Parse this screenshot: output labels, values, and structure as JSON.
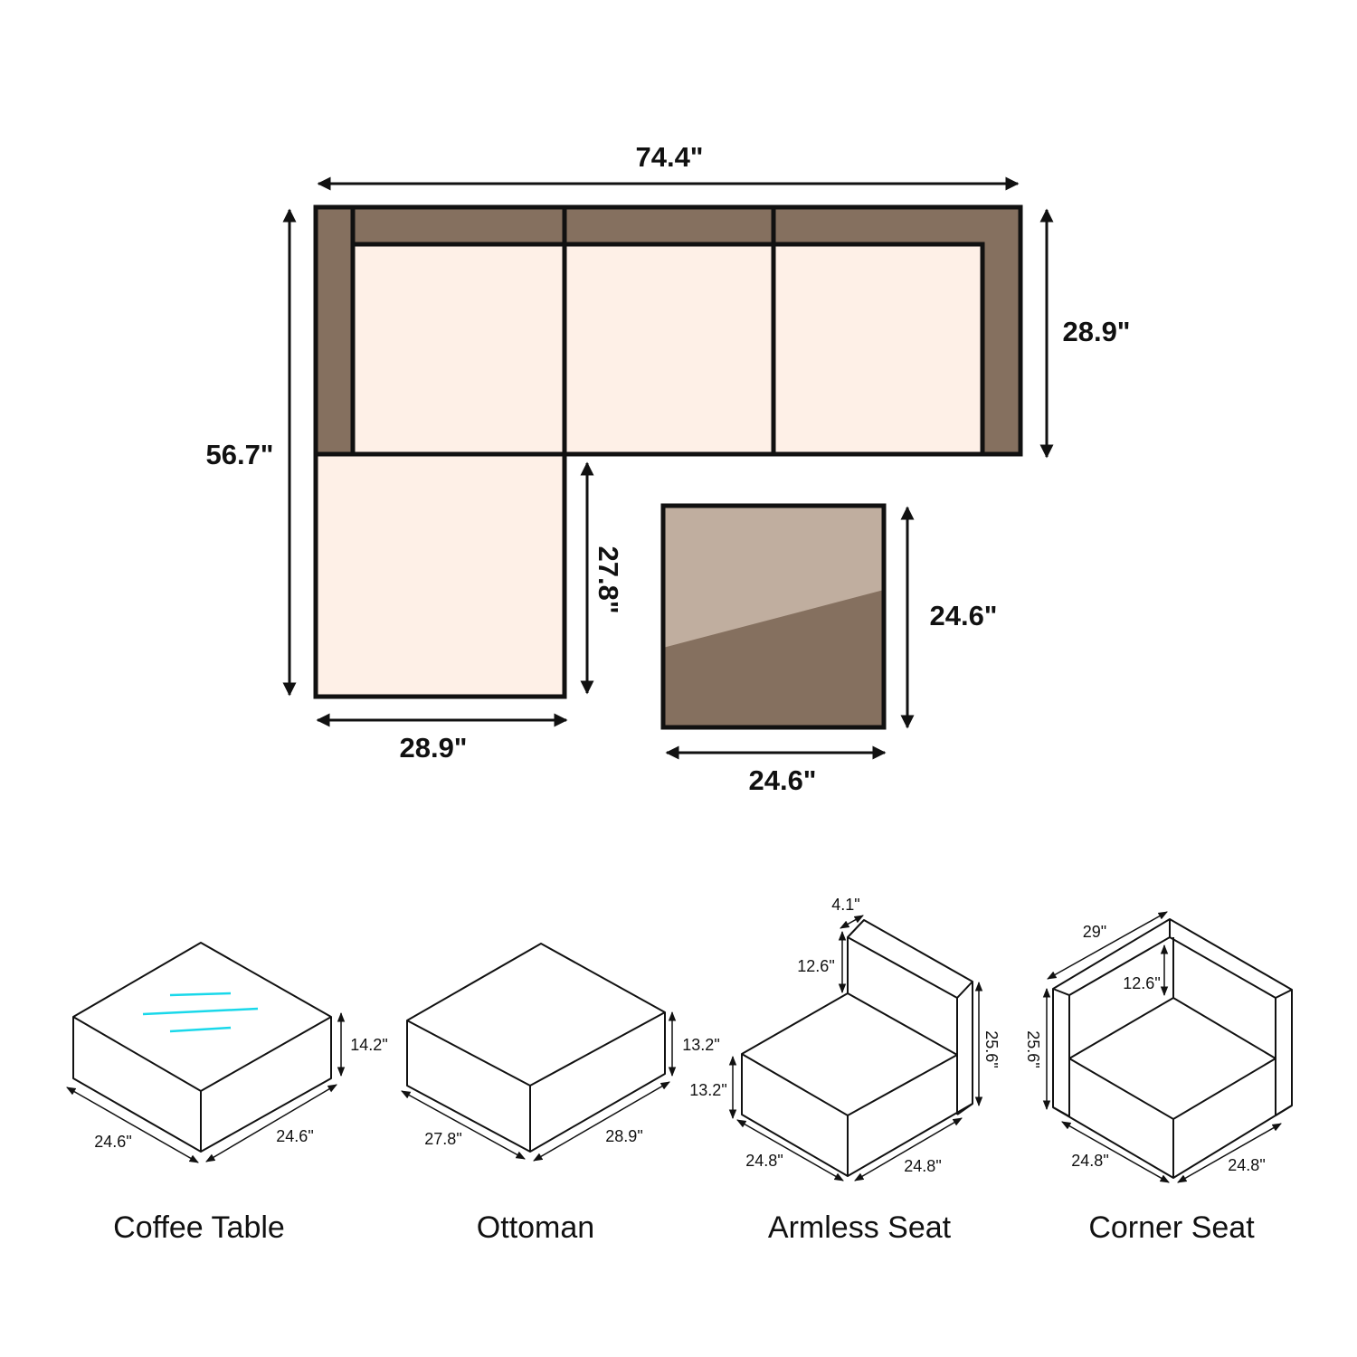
{
  "colors": {
    "frame": "#85705f",
    "cushion": "#fef0e7",
    "glass_top": "#c0ae9f",
    "outline": "#111111",
    "glass_highlight": "#19d8ea"
  },
  "top_view": {
    "overall_width": "74.4\"",
    "overall_depth": "56.7\"",
    "sofa_depth": "28.9\"",
    "chaise_length": "27.8\"",
    "chaise_width": "28.9\"",
    "table_depth": "24.6\"",
    "table_width": "24.6\""
  },
  "pieces": [
    {
      "name": "Coffee Table",
      "dims": {
        "height": "14.2\"",
        "left": "24.6\"",
        "right": "24.6\""
      }
    },
    {
      "name": "Ottoman",
      "dims": {
        "height": "13.2\"",
        "left": "27.8\"",
        "right": "28.9\""
      }
    },
    {
      "name": "Armless Seat",
      "dims": {
        "back_thickness": "4.1\"",
        "back_height": "12.6\"",
        "seat_height": "13.2\"",
        "total_height": "25.6\"",
        "left": "24.8\"",
        "right": "24.8\""
      }
    },
    {
      "name": "Corner Seat",
      "dims": {
        "back_length": "29\"",
        "back_height": "12.6\"",
        "total_height": "25.6\"",
        "left": "24.8\"",
        "right": "24.8\""
      }
    }
  ]
}
